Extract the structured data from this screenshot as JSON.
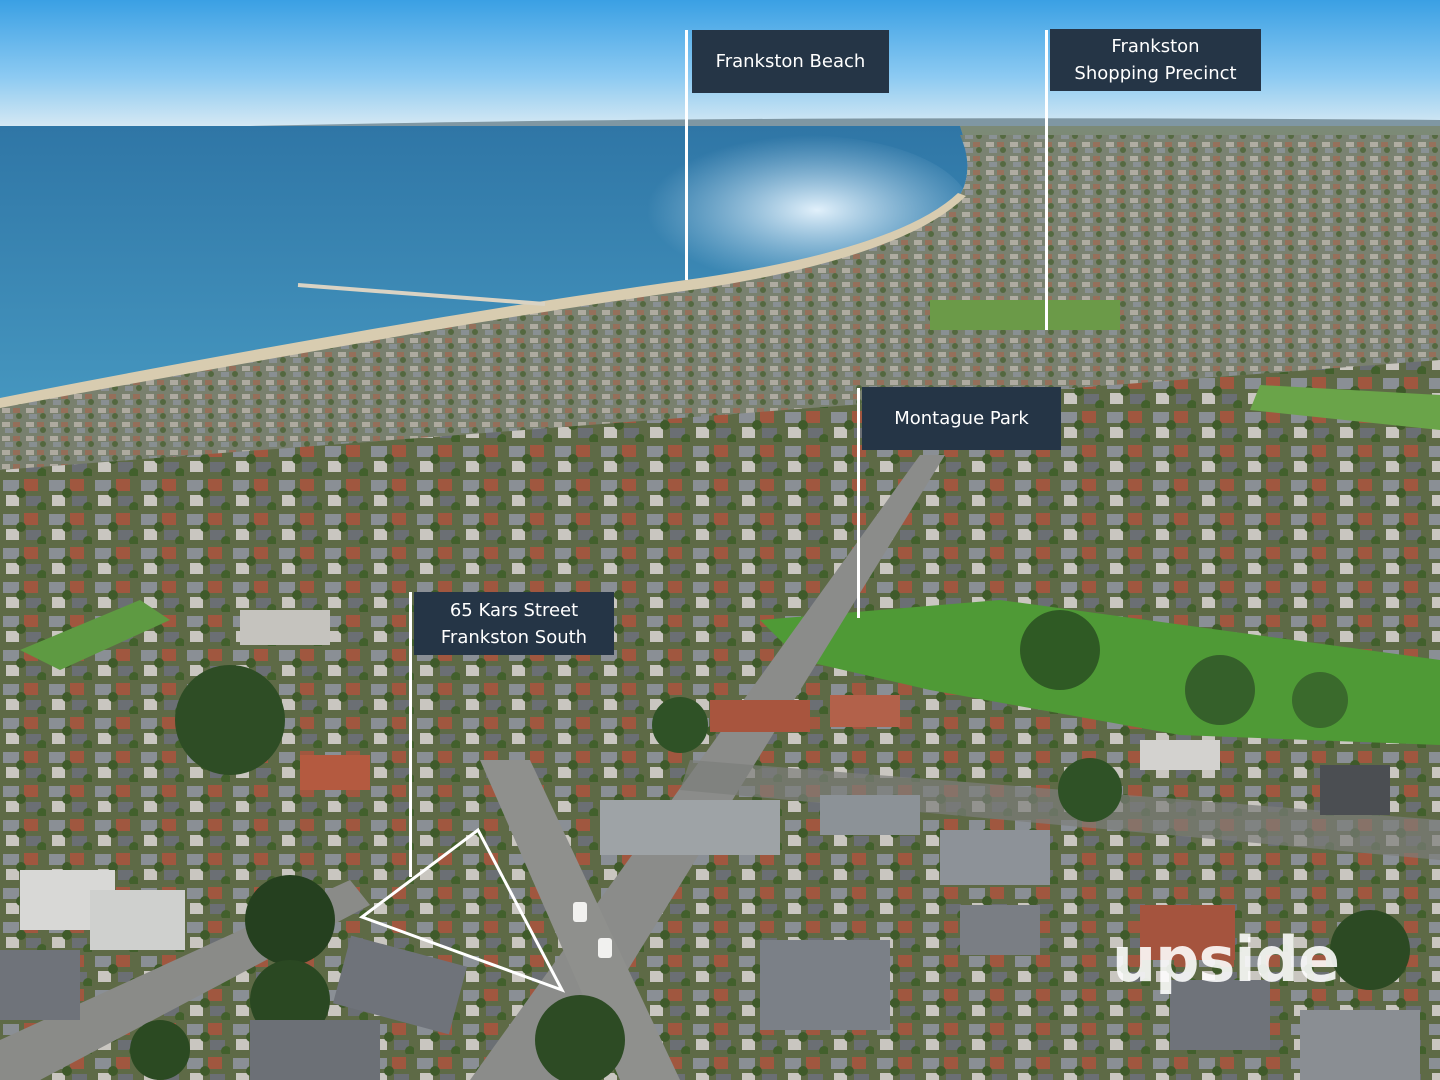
{
  "labels": {
    "beach": "Frankston Beach",
    "shopping_line1": "Frankston",
    "shopping_line2": "Shopping Precinct",
    "park": "Montague Park",
    "property_line1": "65 Kars Street",
    "property_line2": "Frankston South"
  },
  "logo": {
    "text": "upside"
  },
  "colors": {
    "label_bg": "#253546",
    "label_text": "#ffffff",
    "sky_top": "#3a9ee0",
    "sea": "#3f88b8",
    "park_green": "#4f9a36",
    "roof_grey": "#6f737a"
  }
}
